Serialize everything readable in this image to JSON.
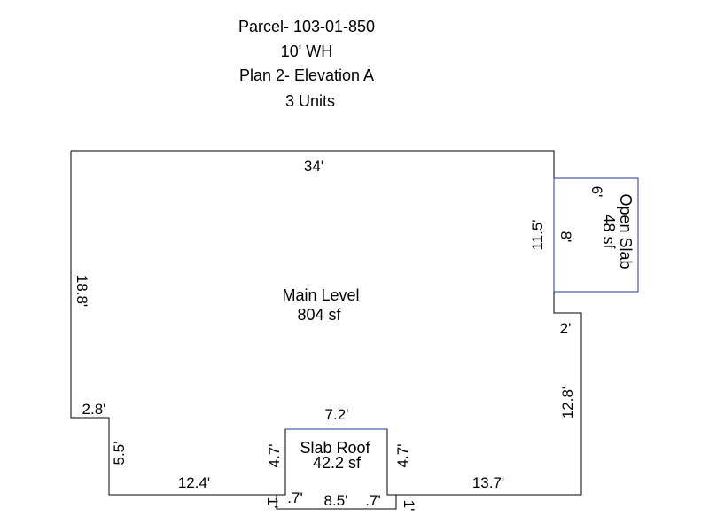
{
  "header": {
    "parcel": "Parcel- 103-01-850",
    "wall_height": "10' WH",
    "plan": "Plan 2- Elevation A",
    "units": "3 Units"
  },
  "main_level": {
    "name": "Main Level",
    "area": "804 sf",
    "dims": {
      "top": "34'",
      "left": "18.8'",
      "right_upper": "11.5'",
      "right_step": "2'",
      "right_lower": "12.8'",
      "bottom_left_step": "2.8'",
      "bottom_left_drop": "5.5'",
      "bottom_left": "12.4'",
      "bottom_right": "13.7'"
    }
  },
  "open_slab": {
    "name": "Open Slab",
    "area": "48 sf",
    "width": "6'",
    "length": "8'"
  },
  "slab_roof": {
    "name": "Slab Roof",
    "area": "42.2 sf",
    "top": "7.2'",
    "left_side": "4.7'",
    "right_side": "4.7'",
    "bottom": "8.5'",
    "offset_left": ".7'",
    "offset_right": ".7'",
    "foot_left": "1'",
    "foot_right": "1'"
  },
  "colors": {
    "main_outline": "#000000",
    "slab_outline": "#1f3a93"
  }
}
